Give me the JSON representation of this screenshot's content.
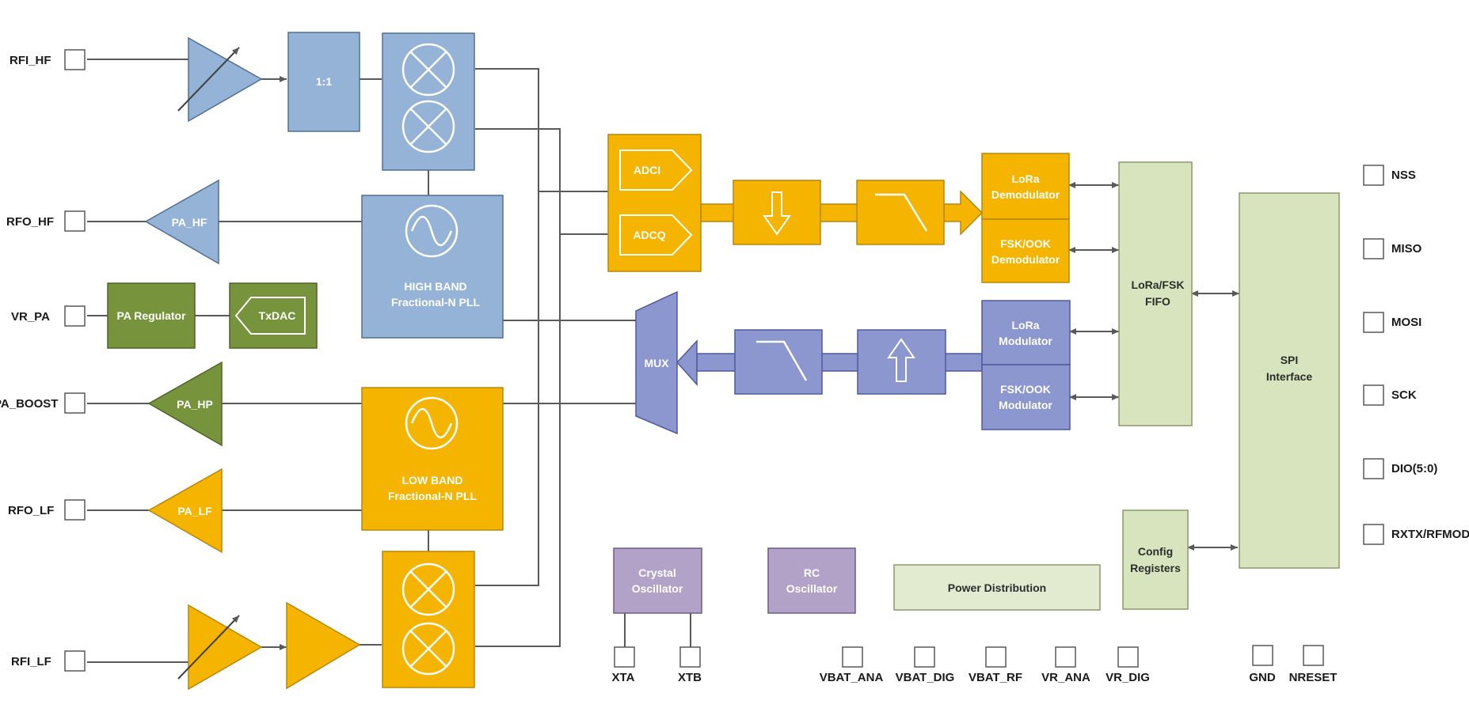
{
  "pins": {
    "left": {
      "rfi_hf": "RFI_HF",
      "rfo_hf": "RFO_HF",
      "vr_pa": "VR_PA",
      "pa_boost": "PA_BOOST",
      "rfo_lf": "RFO_LF",
      "rfi_lf": "RFI_LF"
    },
    "right": {
      "nss": "NSS",
      "miso": "MISO",
      "mosi": "MOSI",
      "sck": "SCK",
      "dio": "DIO(5:0)",
      "rxtx": "RXTX/RFMOD"
    },
    "bottom": {
      "xta": "XTA",
      "xtb": "XTB",
      "vbat_ana": "VBAT_ANA",
      "vbat_dig": "VBAT_DIG",
      "vbat_rf": "VBAT_RF",
      "vr_ana": "VR_ANA",
      "vr_dig": "VR_DIG",
      "gnd": "GND",
      "nreset": "NRESET"
    }
  },
  "blocks": {
    "balun": "1:1",
    "pa_hf": "PA_HF",
    "pa_hp": "PA_HP",
    "pa_lf": "PA_LF",
    "pa_regulator": "PA Regulator",
    "txdac": "TxDAC",
    "high_band_pll": [
      "HIGH BAND",
      "Fractional-N PLL"
    ],
    "low_band_pll": [
      "LOW BAND",
      "Fractional-N PLL"
    ],
    "adci": "ADCI",
    "adcq": "ADCQ",
    "mux": "MUX",
    "lora_demod": [
      "LoRa",
      "Demodulator"
    ],
    "fsk_demod": [
      "FSK/OOK",
      "Demodulator"
    ],
    "lora_mod": [
      "LoRa",
      "Modulator"
    ],
    "fsk_mod": [
      "FSK/OOK",
      "Modulator"
    ],
    "fifo": [
      "LoRa/FSK",
      "FIFO"
    ],
    "spi": [
      "SPI",
      "Interface"
    ],
    "config": [
      "Config",
      "Registers"
    ],
    "crystal": [
      "Crystal",
      "Oscillator"
    ],
    "rc": [
      "RC",
      "Oscillator"
    ],
    "power": "Power Distribution"
  },
  "colors": {
    "blue_fill": "#95b3d7",
    "blue_stroke": "#4f6f94",
    "gold_fill": "#f5b400",
    "gold_stroke": "#b8860b",
    "green_fill": "#77933c",
    "green_stroke": "#4f6228",
    "purple_fill": "#8c96cf",
    "purple_stroke": "#4f5a9e",
    "lightgreen_fill": "#d7e4bd",
    "lightgreen_stroke": "#8a9a6a",
    "lavender_fill": "#b3a2c7",
    "lavender_stroke": "#6e5a8a",
    "line": "#595959"
  }
}
